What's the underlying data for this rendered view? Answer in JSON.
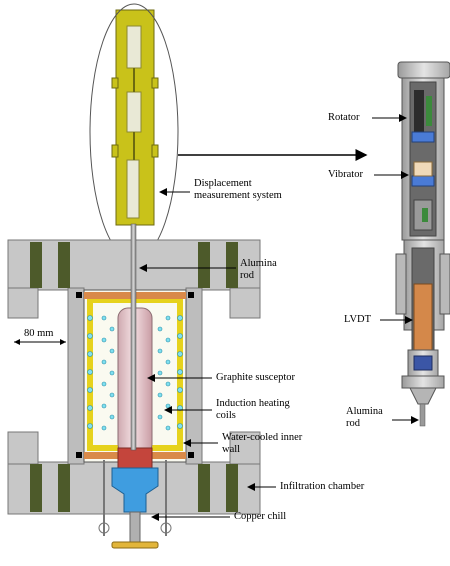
{
  "labels": {
    "displacement": "Displacement measurement system",
    "alumina_rod": "Alumina rod",
    "dimension_80mm": "80 mm",
    "graphite_susceptor": "Graphite susceptor",
    "induction_coils": "Induction heating coils",
    "water_cooled_wall": "Water-cooled inner wall",
    "infiltration_chamber": "Infiltration chamber",
    "copper_chill": "Copper chill",
    "rotator": "Rotator",
    "vibrator": "Vibrator",
    "lvdt": "LVDT",
    "alumina_rod_right": "Alumina rod"
  },
  "colors": {
    "steel": "#c8c8c8",
    "steel_dark": "#8a8a8a",
    "olive": "#4d5a2a",
    "yellow_frame": "#e6d21c",
    "sensor_yellow": "#c9c21a",
    "copper": "#d98a4a",
    "susceptor": "#e8c7cd",
    "susceptor_red": "#c4453c",
    "chill_blue": "#3f9de0",
    "coil_cyan": "#7fe0f0",
    "lvdt_orange": "#d4884a"
  }
}
